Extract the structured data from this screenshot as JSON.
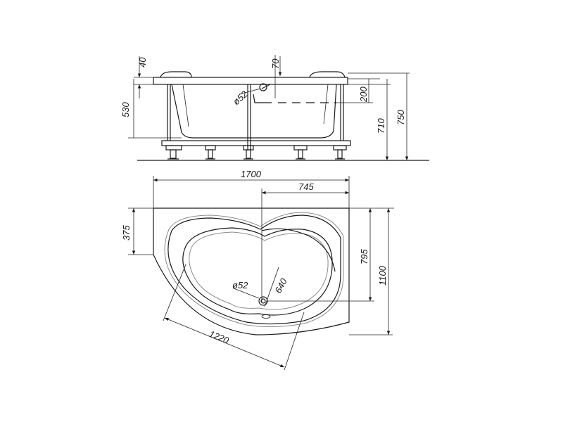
{
  "side_view": {
    "dimensions": {
      "rim_thickness": "40",
      "overflow_offset": "70",
      "overflow_diameter": "ø52",
      "overflow_depth": "200",
      "tub_depth": "530",
      "rim_height": "710",
      "total_height": "750"
    }
  },
  "top_view": {
    "dimensions": {
      "total_length": "1700",
      "drain_offset": "745",
      "corner_cut": "375",
      "drain_depth": "795",
      "total_width": "1100",
      "drain_diameter": "ø52",
      "basin_width": "640",
      "basin_length": "1220"
    }
  },
  "colors": {
    "line": "#1a1a1a",
    "gray_line": "#8c8c8c",
    "background": "#ffffff"
  }
}
